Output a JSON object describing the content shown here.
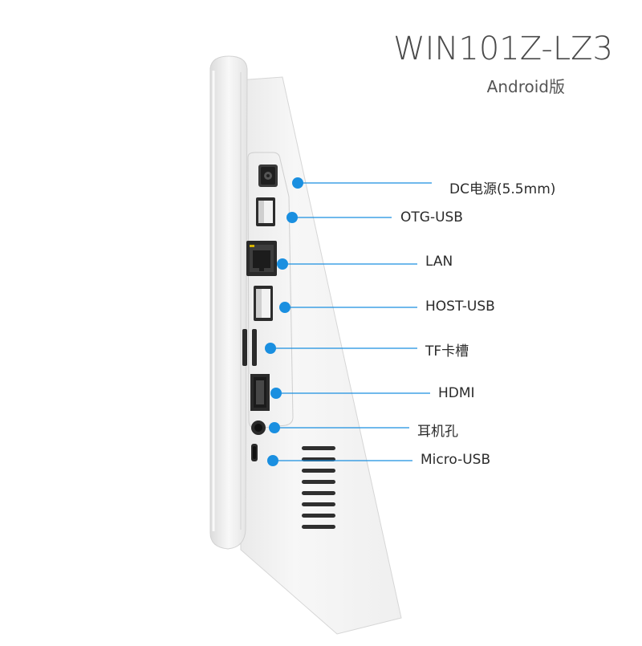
{
  "header": {
    "model": "WIN101Z-LZ3",
    "edition": "Android版"
  },
  "ports": [
    {
      "label": "DC电源(5.5mm)"
    },
    {
      "label": "OTG-USB"
    },
    {
      "label": "LAN"
    },
    {
      "label": "HOST-USB"
    },
    {
      "label": "TF卡槽"
    },
    {
      "label": "HDMI"
    },
    {
      "label": "耳机孔"
    },
    {
      "label": "Micro-USB"
    }
  ],
  "colors": {
    "marker": "#1a8fe0",
    "leader_line": "#1a8fe0",
    "device_body": "#f4f4f4",
    "port_dark": "#2a2a2a"
  }
}
